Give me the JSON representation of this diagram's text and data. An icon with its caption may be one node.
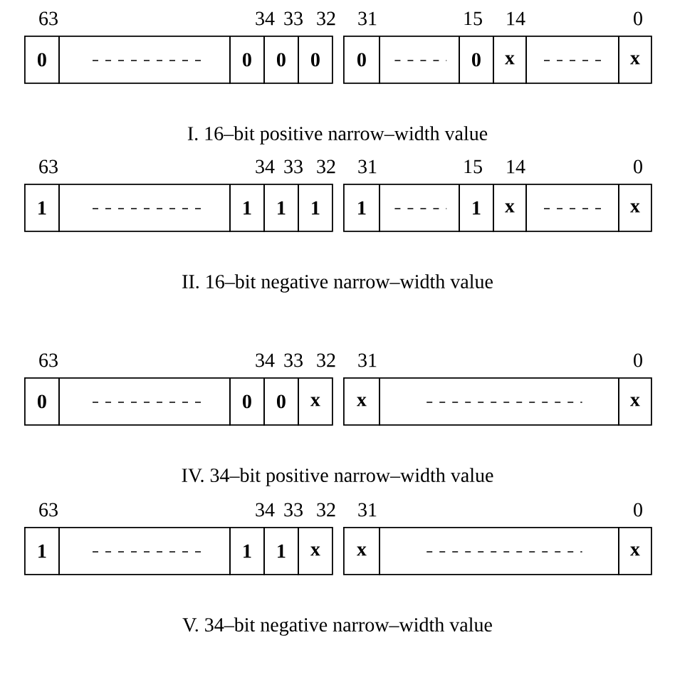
{
  "diagram": {
    "nodes": [
      {
        "text": [
          "0"
        ]
      },
      {
        "text": [],
        "shape": "box"
      },
      {
        "text": [
          "0"
        ]
      },
      {
        "text": [
          "0"
        ]
      },
      {
        "text": [
          "0"
        ]
      },
      {
        "text": [
          "0"
        ]
      },
      {
        "text": [],
        "shape": "box"
      },
      {
        "text": [
          "0"
        ]
      },
      {
        "text": [
          "x"
        ]
      },
      {
        "text": [],
        "shape": "box"
      },
      {
        "text": [
          "x"
        ]
      },
      {
        "text": [
          "1"
        ]
      },
      {
        "text": [],
        "shape": "box"
      },
      {
        "text": [
          "1"
        ]
      },
      {
        "text": [
          "1"
        ]
      },
      {
        "text": [
          "1"
        ]
      },
      {
        "text": [
          "1"
        ]
      },
      {
        "text": [],
        "shape": "box"
      },
      {
        "text": [
          "1"
        ]
      },
      {
        "text": [
          "x"
        ]
      },
      {
        "text": [],
        "shape": "box"
      },
      {
        "text": [
          "x"
        ]
      },
      {
        "text": [
          "0"
        ]
      },
      {
        "text": [],
        "shape": "box"
      },
      {
        "text": [
          "0"
        ]
      },
      {
        "text": [
          "0"
        ]
      },
      {
        "text": [
          "x"
        ]
      },
      {
        "text": [
          "x"
        ]
      },
      {
        "text": [],
        "shape": "box"
      },
      {
        "text": [
          "x"
        ]
      },
      {
        "text": [
          "1"
        ]
      },
      {
        "text": [],
        "shape": "box"
      },
      {
        "text": [
          "1"
        ]
      },
      {
        "text": [
          "1"
        ]
      },
      {
        "text": [
          "x"
        ]
      },
      {
        "text": [
          "x"
        ]
      },
      {
        "text": [],
        "shape": "box"
      },
      {
        "text": [
          "x"
        ]
      }
    ],
    "labels": [
      "63",
      "34",
      "33",
      "32",
      "31",
      "15",
      "14",
      "0",
      "I. 16–bit positive narrow–width value",
      "63",
      "34",
      "33",
      "32",
      "31",
      "15",
      "14",
      "0",
      "II. 16–bit negative narrow–width value",
      "63",
      "34",
      "33",
      "32",
      "31",
      "0",
      "IV. 34–bit positive narrow–width value",
      "63",
      "34",
      "33",
      "32",
      "31",
      "0",
      "V. 34–bit negative narrow–width value"
    ]
  }
}
